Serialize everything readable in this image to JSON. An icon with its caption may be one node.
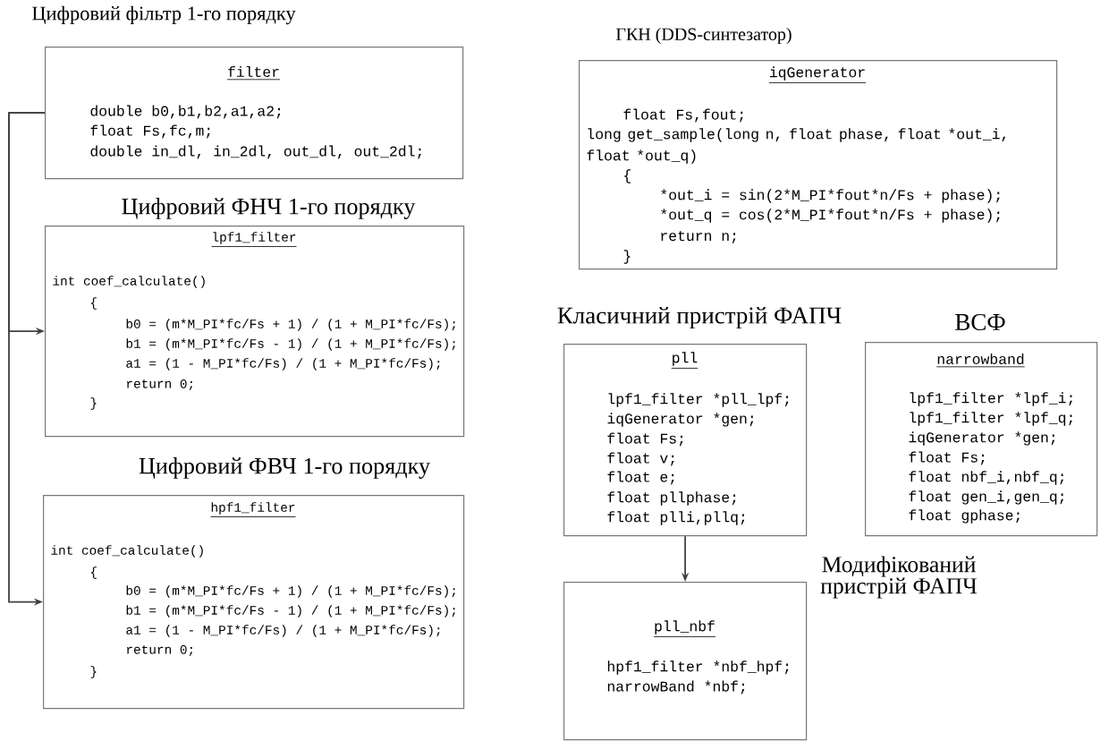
{
  "diagram": {
    "nodes": [
      {
        "text": [
          "Цифровий фільтр 1-го порядку",
          "filter",
          "double b0,b1,b2,a1,a2;",
          "float Fs,fc,m;",
          "double in_dl, in_2dl, out_dl, out_2dl;"
        ]
      },
      {
        "text": [
          "Цифровий ФНЧ 1-го порядку",
          "lpf1_filter",
          "int coef_calculate()",
          "{",
          "b0 = (m*M_PI*fc/Fs + 1) / (1 + M_PI*fc/Fs);",
          "b1 = (m*M_PI*fc/Fs - 1) / (1 + M_PI*fc/Fs);",
          "a1 = (1 - M_PI*fc/Fs) / (1 + M_PI*fc/Fs);",
          "return 0;",
          "}"
        ]
      },
      {
        "text": [
          "Цифровий ФВЧ 1-го порядку",
          "hpf1_filter",
          "int coef_calculate()",
          "{",
          "b0 = (m*M_PI*fc/Fs + 1) / (1 + M_PI*fc/Fs);",
          "b1 = (m*M_PI*fc/Fs - 1) / (1 + M_PI*fc/Fs);",
          "a1 = (1 - M_PI*fc/Fs) / (1 + M_PI*fc/Fs);",
          "return 0;",
          "}"
        ]
      },
      {
        "text": [
          "ГКН (DDS-синтезатор)",
          "iqGenerator",
          "float Fs,fout;",
          "long get_sample(long n, float phase, float *out_i, float *out_q)",
          "{",
          "*out_i = sin(2*M_PI*fout*n/Fs + phase);",
          "*out_q = cos(2*M_PI*fout*n/Fs + phase);",
          "return n;",
          "}"
        ]
      },
      {
        "text": [
          "Класичний пристрій ФАПЧ",
          "pll",
          "lpf1_filter *pll_lpf;",
          "iqGenerator *gen;",
          "float Fs;",
          "float v;",
          "float e;",
          "float pllphase;",
          "float plli,pllq;"
        ]
      },
      {
        "text": [
          "ВСФ",
          "narrowband",
          "lpf1_filter *lpf_i;",
          "lpf1_filter *lpf_q;",
          "iqGenerator *gen;",
          "float Fs;",
          "float nbf_i,nbf_q;",
          "float gen_i,gen_q;",
          "float gphase;"
        ]
      },
      {
        "text": [
          "Модифікований пристрій ФАПЧ",
          "pll_nbf",
          "hpf1_filter *nbf_hpf;",
          "narrowBand *nbf;"
        ]
      }
    ],
    "edges": [
      {
        "from": 0,
        "to": 1,
        "arrow": "to"
      },
      {
        "from": 0,
        "to": 2,
        "arrow": "to"
      },
      {
        "from": 4,
        "to": 6,
        "arrow": "to"
      }
    ]
  }
}
